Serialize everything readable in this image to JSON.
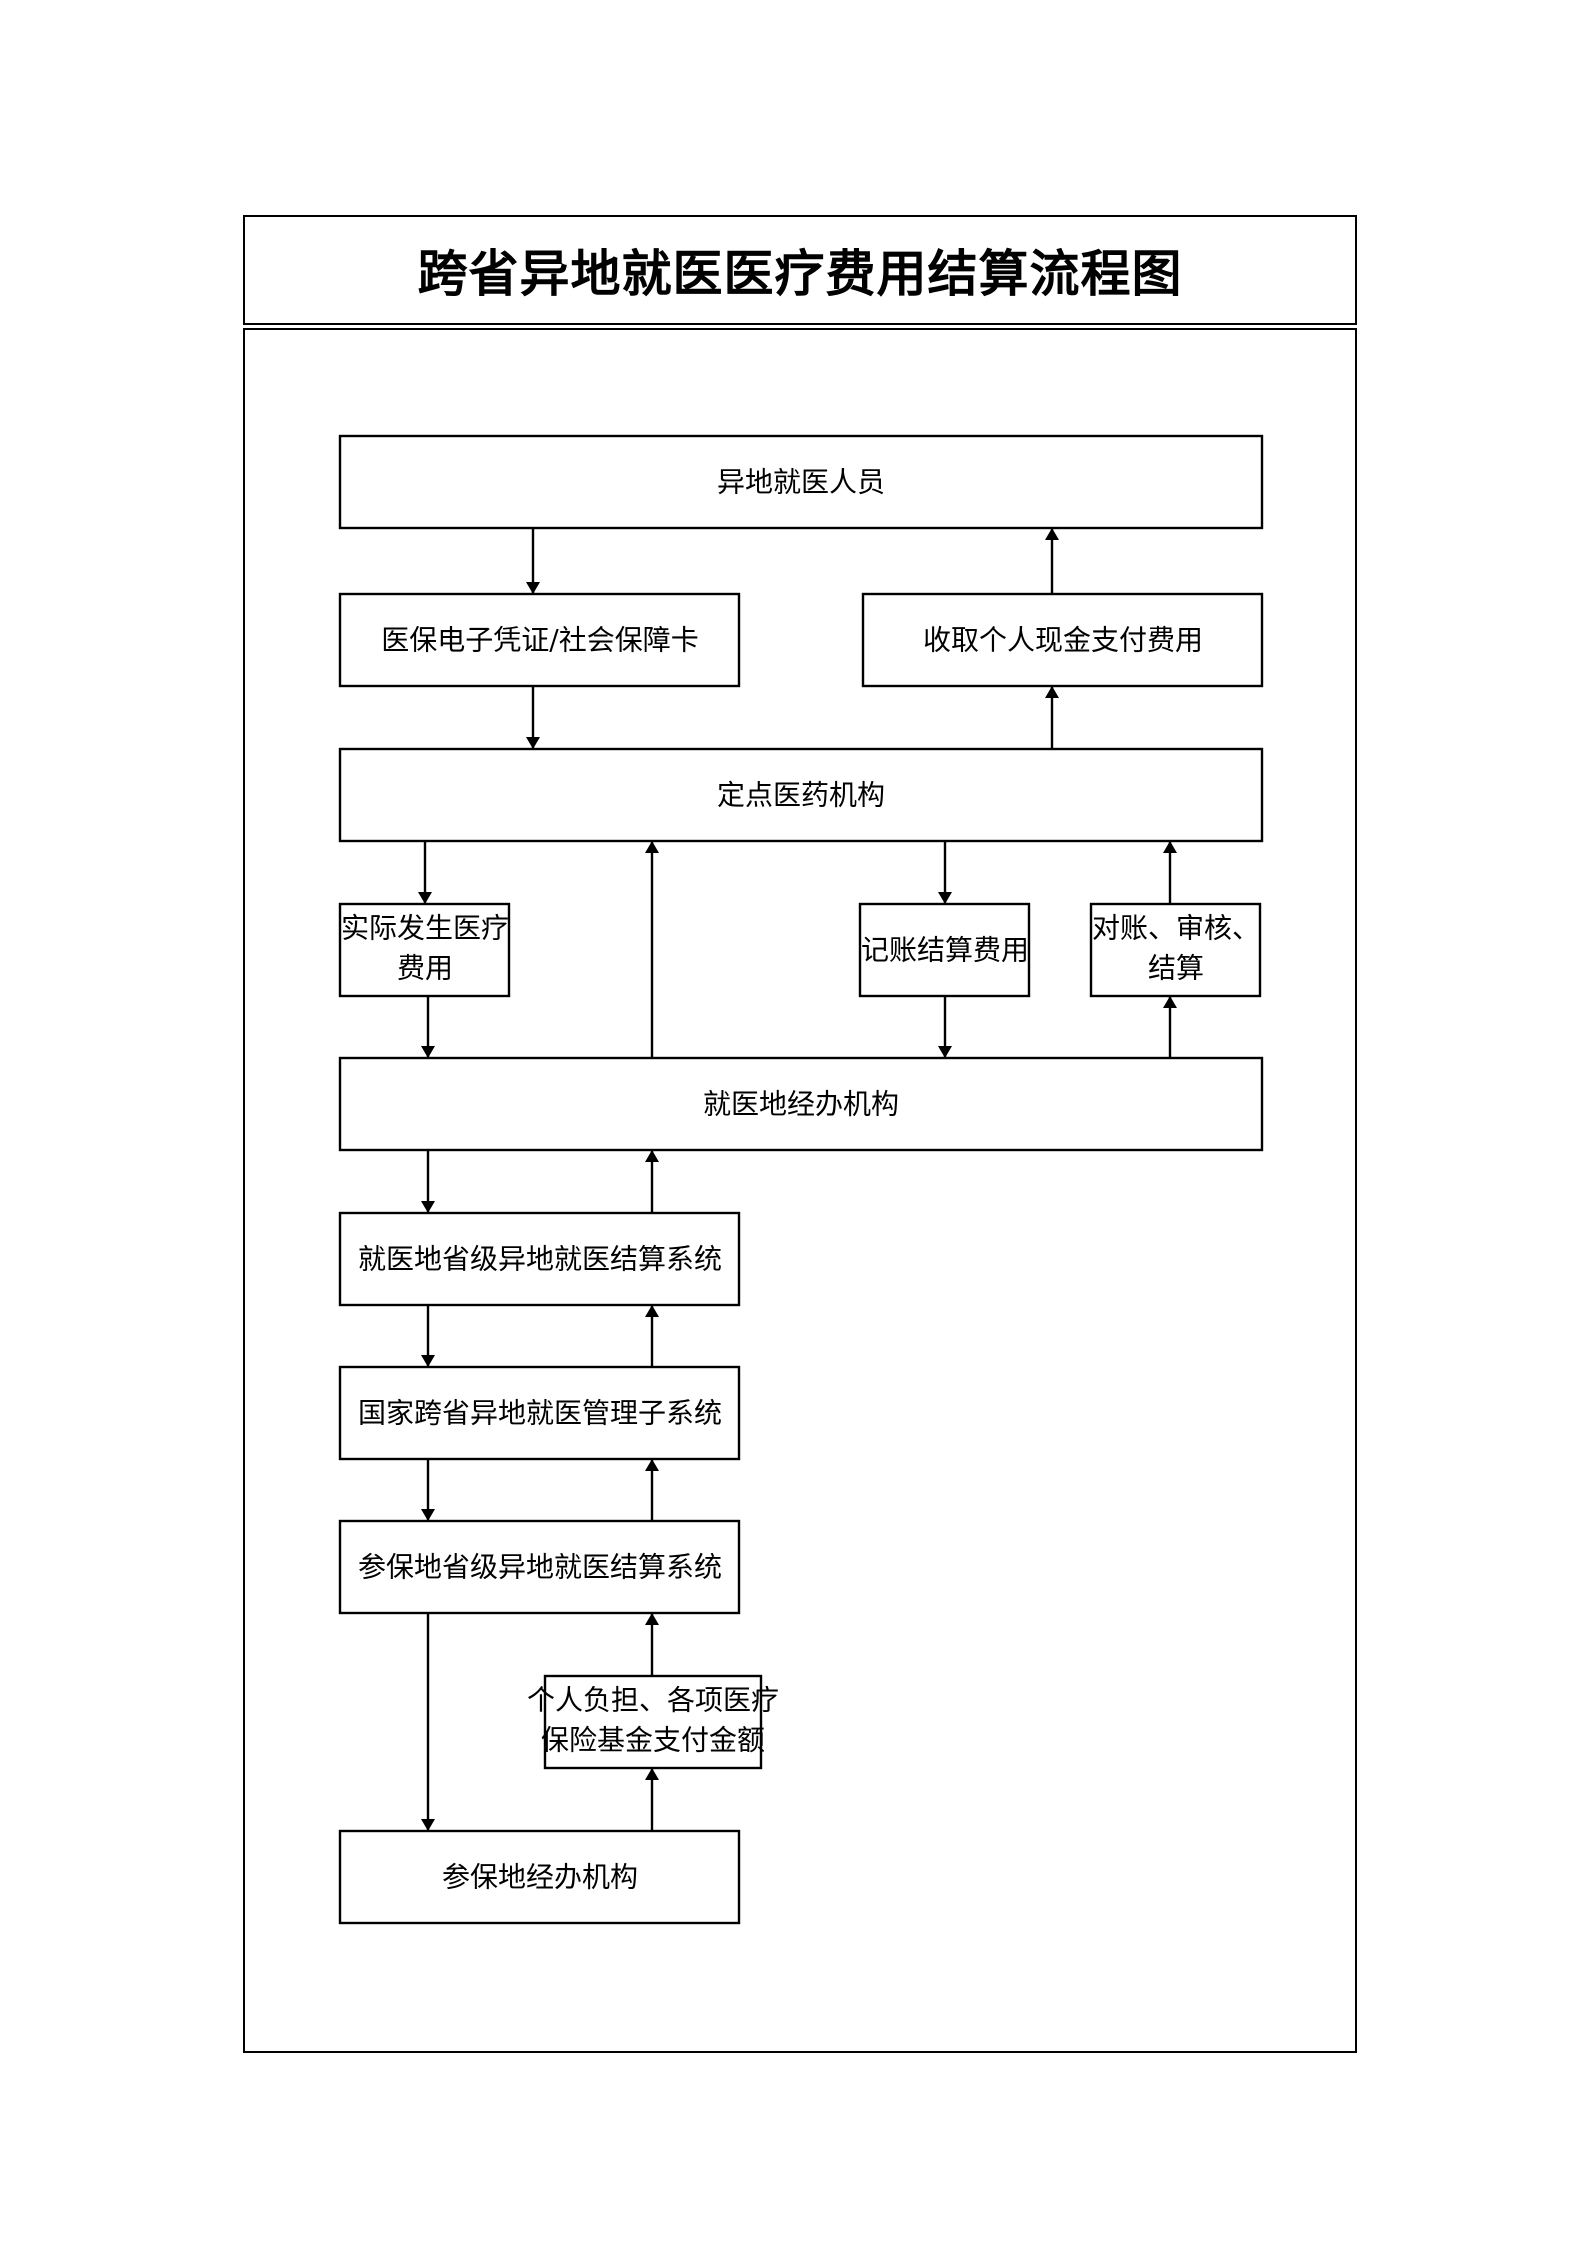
{
  "title": "跨省异地就医医疗费用结算流程图",
  "nodes": {
    "patient": "异地就医人员",
    "card": "医保电子凭证/社会保障卡",
    "cash": "收取个人现金支付费用",
    "hospital": "定点医药机构",
    "actual_cost": [
      "实际发生医疗",
      "费用"
    ],
    "bookkeeping": "记账结算费用",
    "reconcile": [
      "对账、审核、",
      "结算"
    ],
    "local_agency": "就医地经办机构",
    "local_provincial": "就医地省级异地就医结算系统",
    "national": "国家跨省异地就医管理子系统",
    "insured_provincial": "参保地省级异地就医结算系统",
    "payment_amounts": [
      "个人负担、各项医疗",
      "保险基金支付金额"
    ],
    "insured_agency": "参保地经办机构"
  }
}
